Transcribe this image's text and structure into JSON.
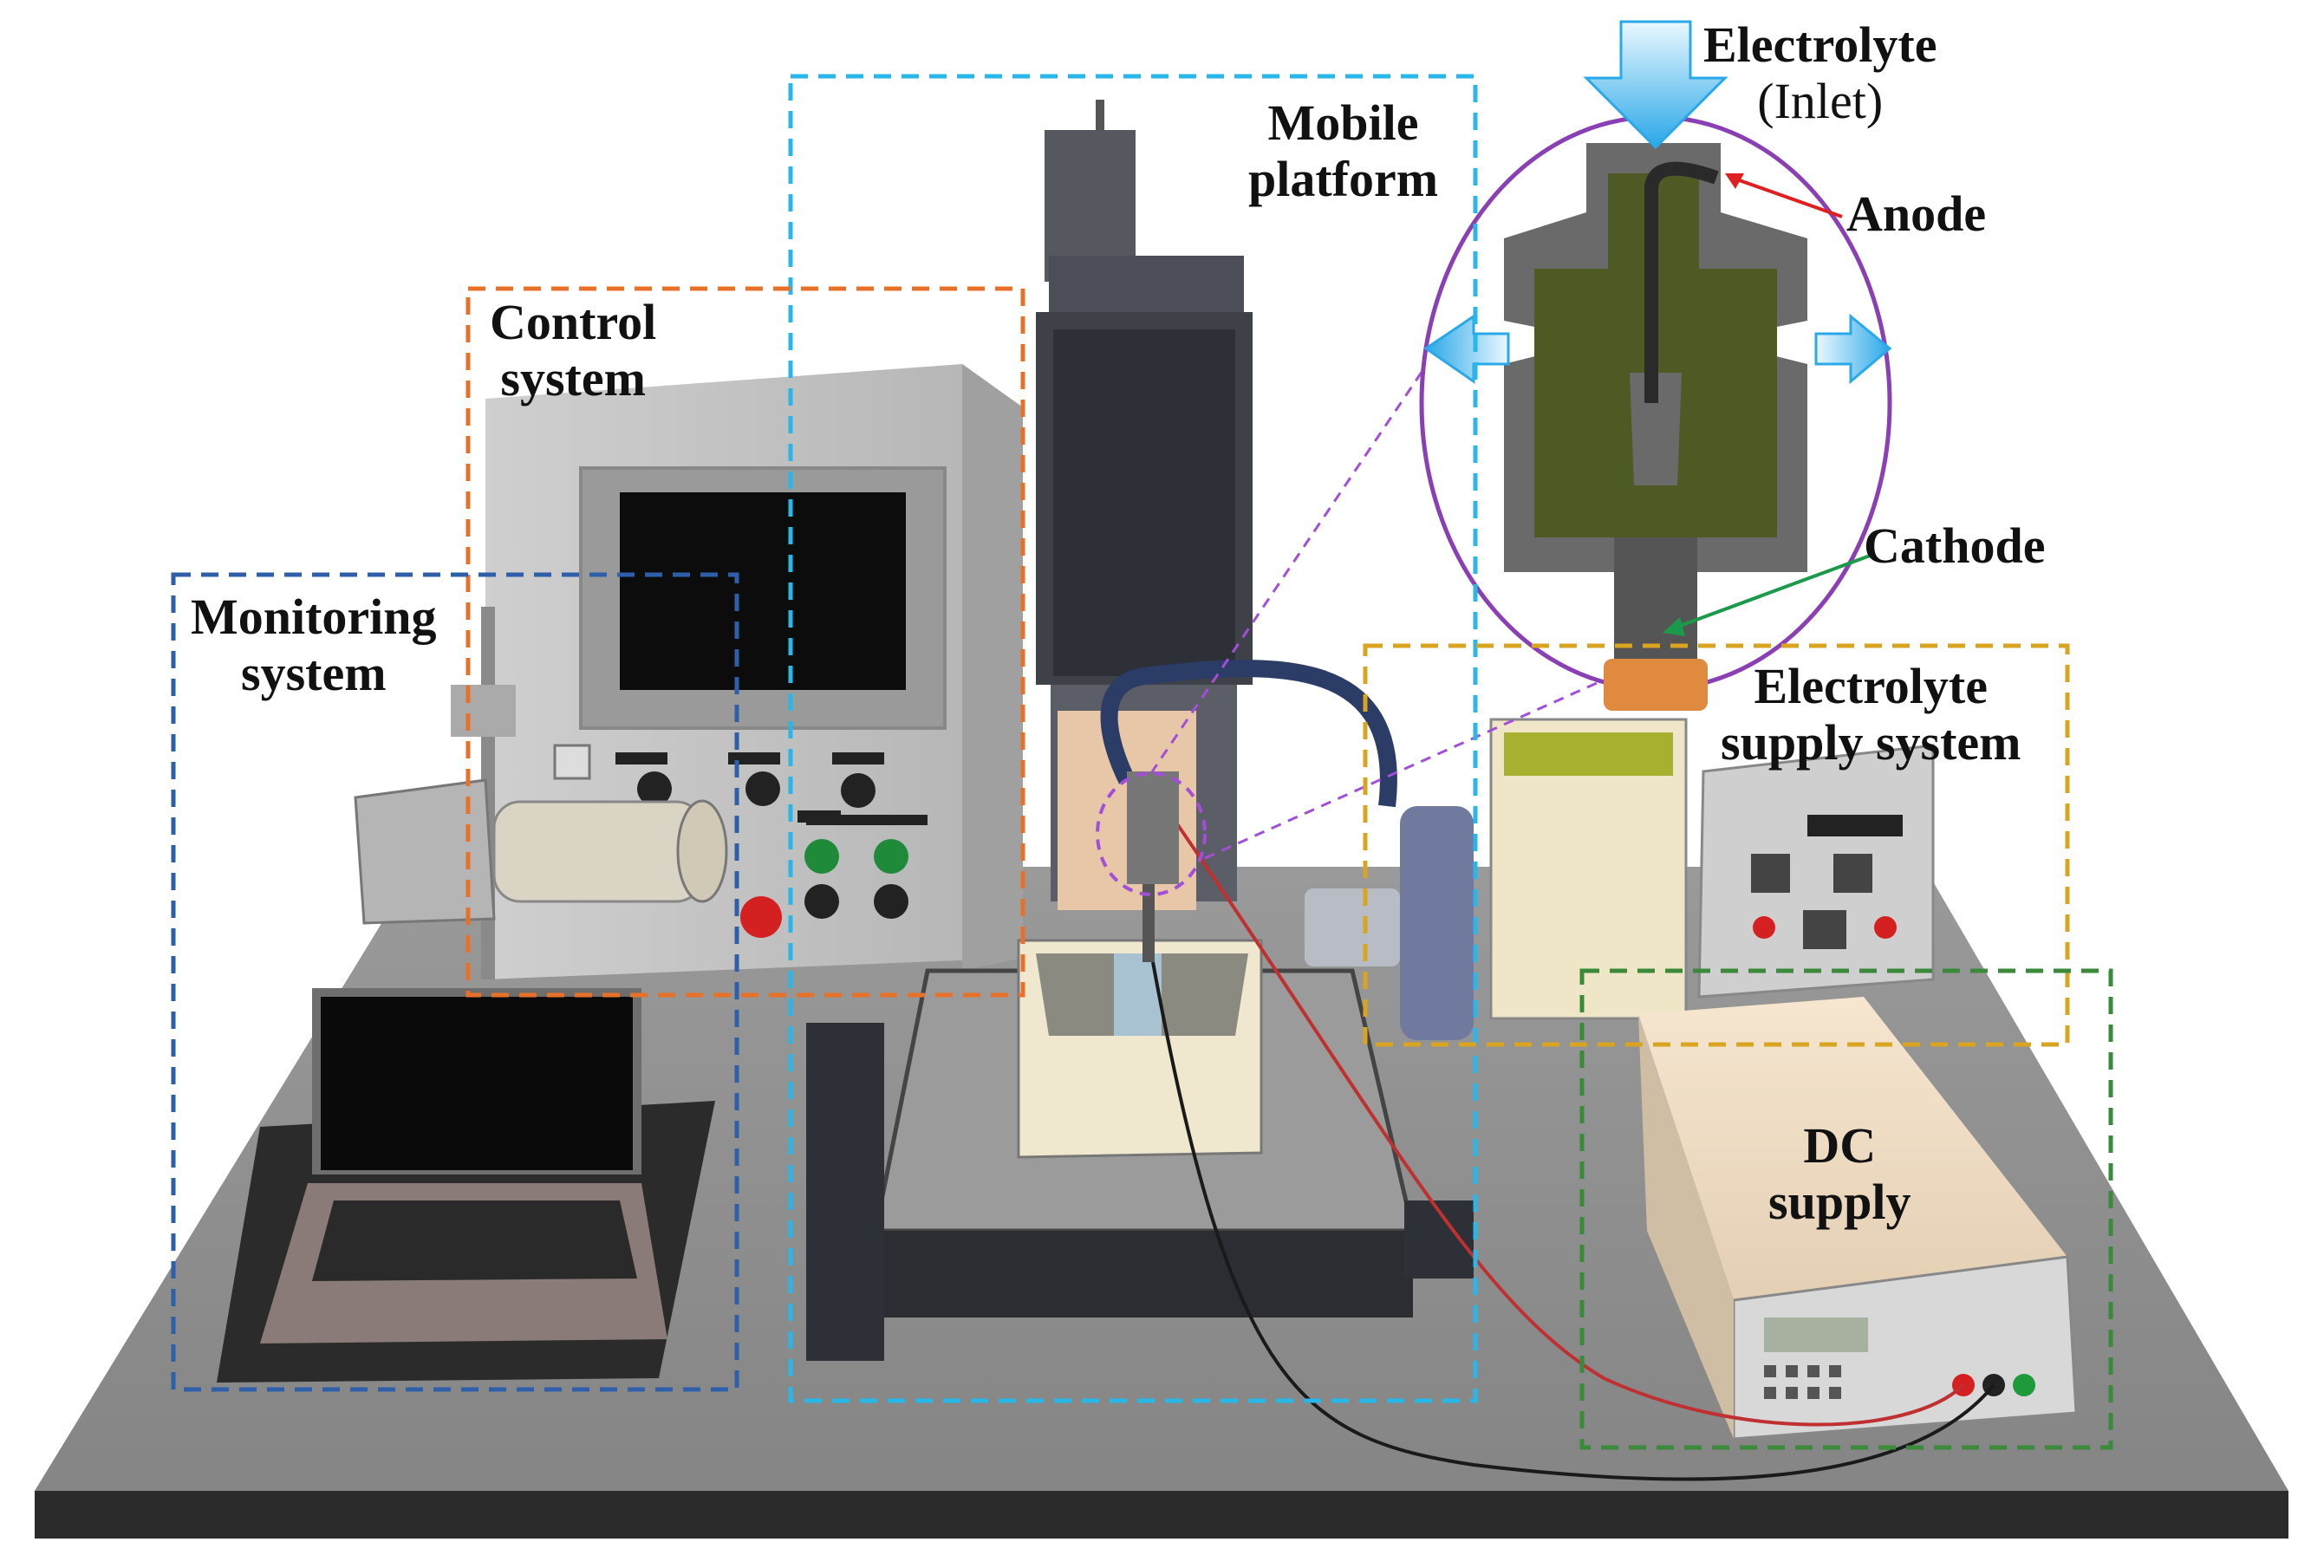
{
  "labels": {
    "mobile_platform": [
      "Mobile",
      "platform"
    ],
    "control_system": [
      "Control",
      "system"
    ],
    "monitoring_system": [
      "Monitoring",
      "system"
    ],
    "electrolyte_supply_system": [
      "Electrolyte",
      "supply system"
    ],
    "dc_supply": [
      "DC",
      "supply"
    ],
    "electrolyte_inlet": [
      "Electrolyte",
      "(Inlet)"
    ],
    "anode": "Anode",
    "cathode": "Cathode"
  },
  "colors": {
    "mobile_platform_box": "#29b6e8",
    "control_system_box": "#e8712a",
    "monitoring_system_box": "#2f5fa8",
    "electrolyte_supply_box": "#d9a520",
    "dc_supply_box": "#3a8a3a",
    "inset_ellipse": "#8a3fb5",
    "anode_arrow": "#e02020",
    "cathode_arrow": "#1a9a4a",
    "flow_arrow": "#3bb8ee"
  }
}
